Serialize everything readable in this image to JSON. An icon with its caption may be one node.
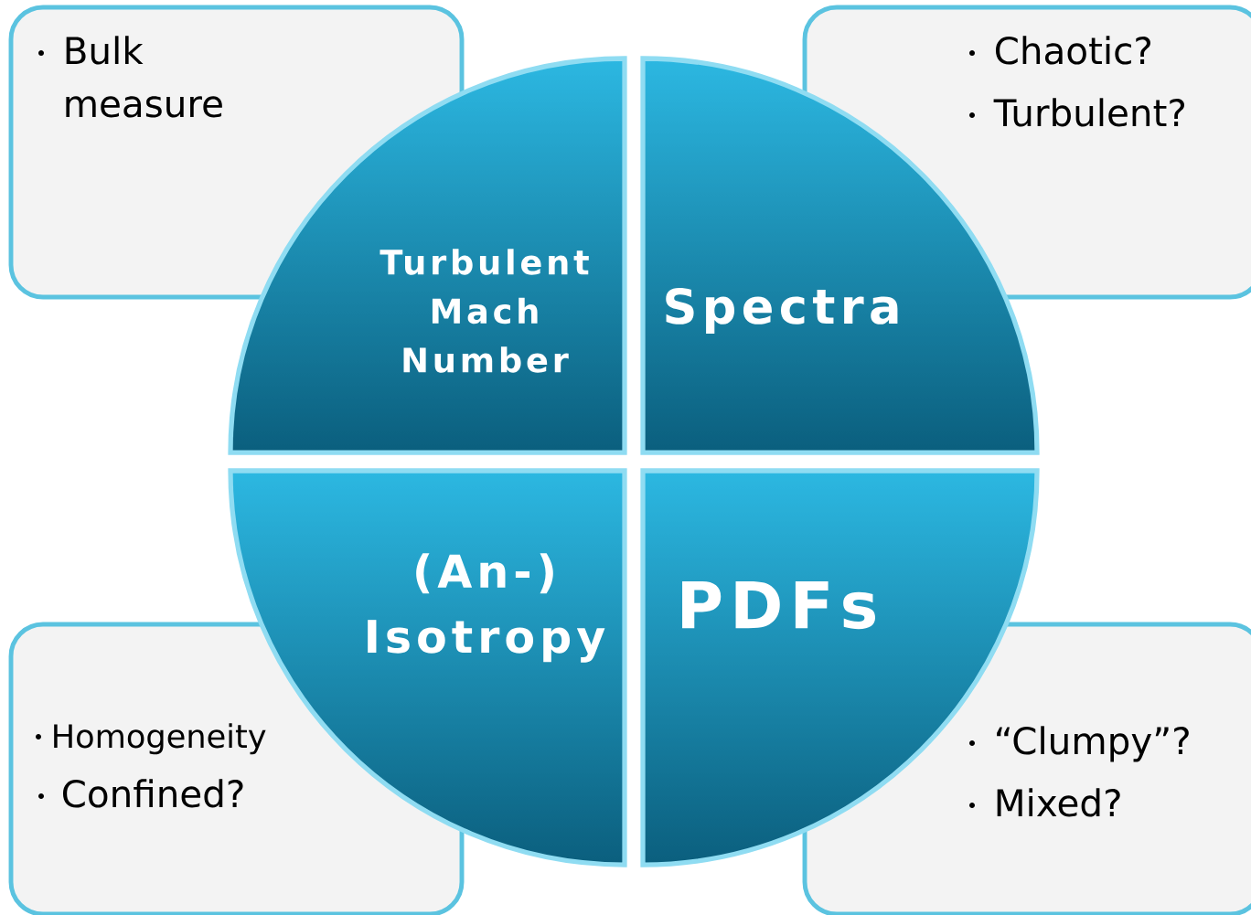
{
  "diagram": {
    "nodes": [
      {
        "text": [
          "Bulk measure"
        ]
      },
      {
        "text": [
          "Chaotic?",
          "Turbulent?"
        ]
      },
      {
        "text": [
          "Turbulent Mach Number"
        ]
      },
      {
        "text": [
          "Spectra"
        ]
      },
      {
        "text": [
          "(An-) Isotropy"
        ]
      },
      {
        "text": [
          "PDFs"
        ]
      },
      {
        "text": [
          "Homogeneity",
          "Confined?"
        ]
      },
      {
        "text": [
          "“Clumpy”?",
          "Mixed?"
        ]
      }
    ]
  }
}
